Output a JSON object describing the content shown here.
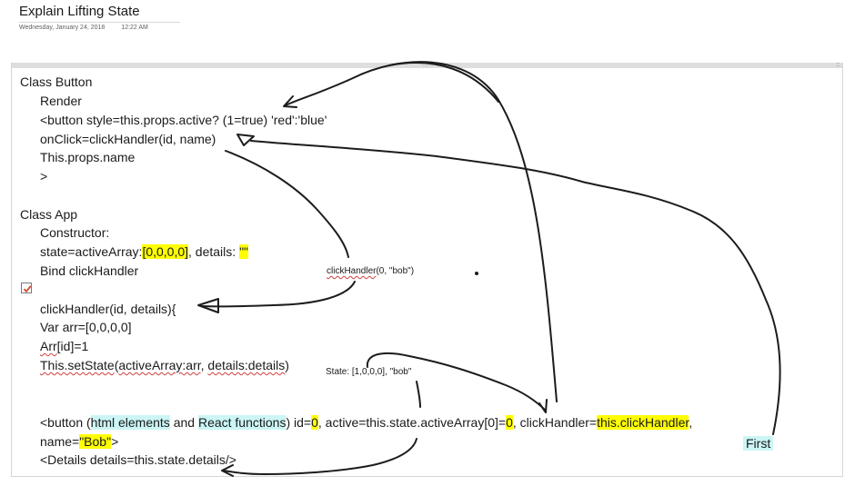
{
  "page": {
    "title": "Explain Lifting State",
    "date": "Wednesday, January 24, 2018",
    "time": "12:22 AM",
    "grip": "....",
    "corner_grip": "::"
  },
  "note": {
    "class_button": "Class Button",
    "render": "Render",
    "button_style": "<button style=this.props.active? (1=true) 'red':'blue'",
    "onclick": "onClick=clickHandler(id, name)",
    "props_name": "This.props.name",
    "close": ">",
    "class_app": "Class App",
    "constructor": "Constructor:",
    "state_prefix": "state=activeArray:",
    "state_array": "[0,0,0,0]",
    "state_mid": ", details: ",
    "state_details": "\"\"",
    "bind": "Bind clickHandler",
    "handler_sig": "clickHandler(id, details){",
    "var_arr": "Var arr=[0,0,0,0]",
    "arr_word": "Arr",
    "arr_rest": "[id]=1",
    "setstate_this": "This.setState",
    "setstate_paren": "(",
    "setstate_arg1": "activeArray:arr",
    "setstate_comma": ", ",
    "setstate_arg2": "details:details",
    "setstate_close": ")",
    "jsx_open": "<button (",
    "jsx_html": "html elements",
    "jsx_and": " and ",
    "jsx_react": "React functions",
    "jsx_id": ") id=",
    "jsx_zero1": "0",
    "jsx_active": ", active=this.state.activeArray[0]=",
    "jsx_zero2": "0",
    "jsx_handler": ", clickHandler=",
    "jsx_this_handler": "this.clickHandler",
    "jsx_comma": ",",
    "name_prefix": "name=",
    "name_value": "\"Bob\"",
    "name_suffix": ">",
    "details_tag": "<Details details=this.state.details/>"
  },
  "annotations": {
    "handler_call_a": "clickHandler",
    "handler_call_b": "(0, \"bob\")",
    "state_label": "State: [1,0,0,0], \"bob\"",
    "first": "First"
  },
  "checkbox": {
    "checked": true,
    "color": "#d0472a"
  },
  "colors": {
    "highlight_yellow": "#ffff00",
    "highlight_cyan": "#ccf5f5",
    "ink": "#1c1c1c"
  }
}
